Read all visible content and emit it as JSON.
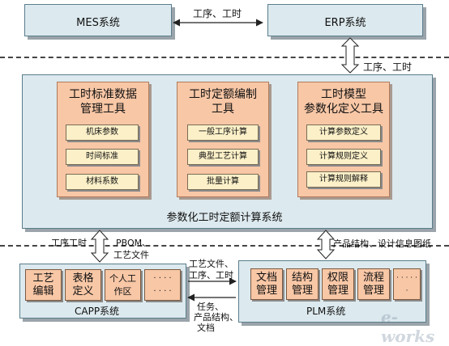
{
  "top": {
    "mes": "MES系统",
    "erp": "ERP系统",
    "mes_erp_flow": "工序、工时",
    "erp_main_flow": "工序、工时"
  },
  "main": {
    "label": "参数化工时定额计算系统",
    "tools": [
      {
        "title1": "工时标准数据",
        "title2": "管理工具",
        "items": [
          "机床参数",
          "时间标准",
          "材料系数"
        ]
      },
      {
        "title1": "工时定额编制",
        "title2": "工具",
        "items": [
          "一般工序计算",
          "典型工艺计算",
          "批量计算"
        ]
      },
      {
        "title1": "工时模型",
        "title2": "参数化定义工具",
        "items": [
          "计算参数定义",
          "计算规则定义",
          "计算规则解释"
        ]
      }
    ]
  },
  "flows": {
    "capp_up": "工序工时",
    "capp_down": "PBOM、",
    "capp_down2": "工艺文件",
    "plm_main": "产品结构、设计信息图纸",
    "capp_plm_1": "工艺文件、",
    "capp_plm_2": "工序、工时",
    "plm_capp_1": "任务、",
    "plm_capp_2": "产品结构、",
    "plm_capp_3": "文档"
  },
  "capp": {
    "label": "CAPP系统",
    "modules": [
      {
        "l1": "工艺",
        "l2": "编辑"
      },
      {
        "l1": "表格",
        "l2": "定义"
      },
      {
        "l1": "个人工",
        "l2": "作区"
      },
      {
        "l1": "· · · ·",
        "l2": "· · · ·"
      }
    ]
  },
  "plm": {
    "label": "PLM系统",
    "modules": [
      {
        "l1": "文档",
        "l2": "管理"
      },
      {
        "l1": "结构",
        "l2": "管理"
      },
      {
        "l1": "权限",
        "l2": "管理"
      },
      {
        "l1": "流程",
        "l2": "管理"
      },
      {
        "l1": "· · · · ·",
        "l2": "·"
      }
    ]
  },
  "watermark": "e-works"
}
